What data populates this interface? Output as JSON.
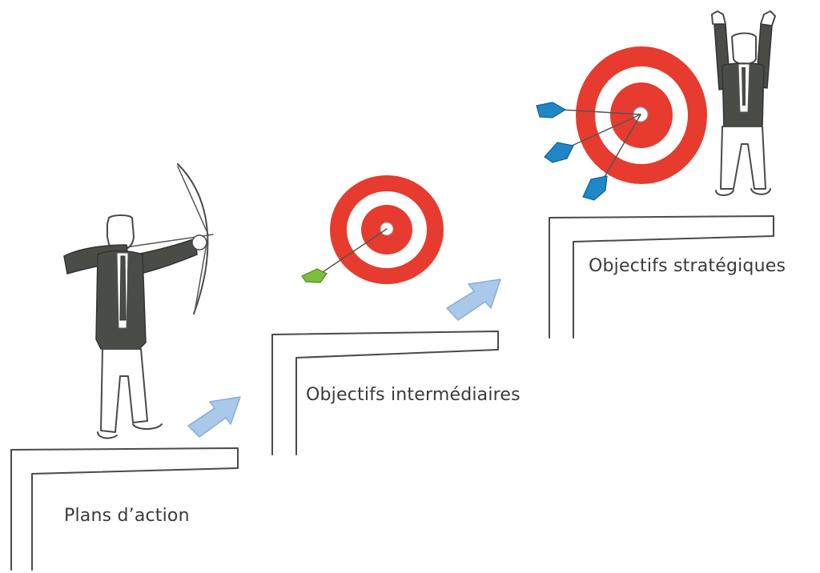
{
  "steps": [
    {
      "label": "Plans d’action"
    },
    {
      "label": "Objectifs intermédiaires"
    },
    {
      "label": "Objectifs stratégiques"
    }
  ],
  "colors": {
    "target_red": "#e63b2e",
    "arrow_blue": "#a9c8ea",
    "fletching_green": "#7dbf3d",
    "fletching_blue": "#1f86c8",
    "suit": "#4a4d47",
    "line": "#4a4a4a"
  },
  "icons": [
    "archer-figure",
    "bow-icon",
    "target-icon",
    "step-arrow-icon",
    "celebrating-man-figure"
  ]
}
